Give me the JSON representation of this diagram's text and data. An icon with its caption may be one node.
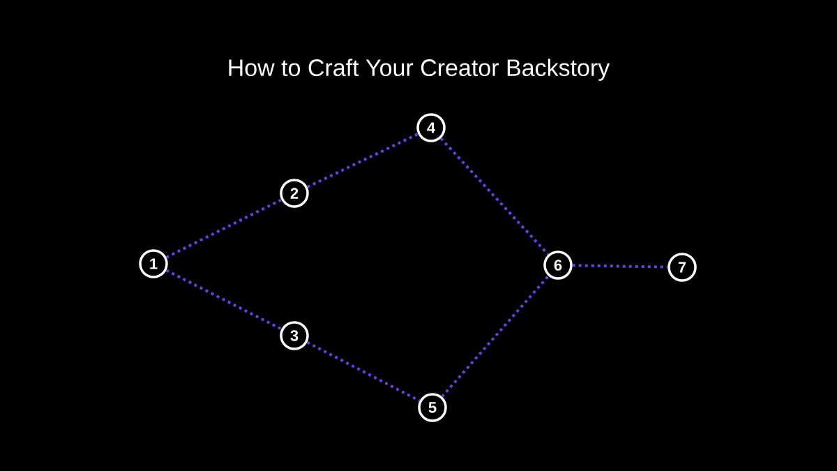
{
  "diagram": {
    "title": "How to Craft Your Creator Backstory",
    "nodes": [
      {
        "text": [
          "1"
        ]
      },
      {
        "text": [
          "2"
        ]
      },
      {
        "text": [
          "3"
        ]
      },
      {
        "text": [
          "4"
        ]
      },
      {
        "text": [
          "5"
        ]
      },
      {
        "text": [
          "6"
        ]
      },
      {
        "text": [
          "7"
        ]
      }
    ],
    "edges": [
      {
        "from": 0,
        "to": 1,
        "arrow": "none"
      },
      {
        "from": 1,
        "to": 3,
        "arrow": "none"
      },
      {
        "from": 0,
        "to": 2,
        "arrow": "none"
      },
      {
        "from": 2,
        "to": 4,
        "arrow": "none"
      },
      {
        "from": 3,
        "to": 5,
        "arrow": "none"
      },
      {
        "from": 4,
        "to": 5,
        "arrow": "none"
      },
      {
        "from": 5,
        "to": 6,
        "arrow": "none"
      }
    ]
  }
}
